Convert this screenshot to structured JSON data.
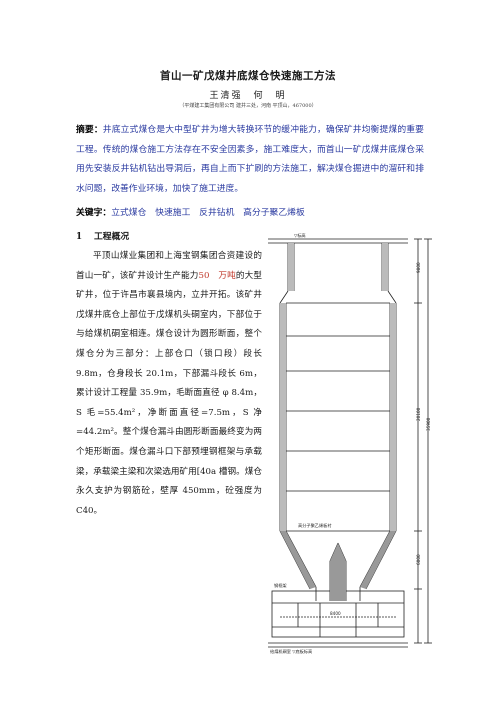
{
  "paper": {
    "title": "首山一矿戊煤井底煤仓快速施工方法",
    "authors": "王清强　何　明",
    "affiliation": "（平煤建工集团有限公司 建井三处，河南 平顶山，467000）",
    "abstract_label": "摘要：",
    "abstract_text": "井底立式煤仓是大中型矿井为增大转换环节的缓冲能力，确保矿井均衡提煤的重要工程。传统的煤仓施工方法存在不安全因素多，施工难度大，而首山一矿戊煤井底煤仓采用先安装反井钻机钻出导洞后，再自上而下扩刷的方法施工，解决煤仓掘进中的溜矸和排水问题，改善作业环境，加快了施工进度。",
    "keywords_label": "关键字：",
    "keywords": "立式煤仓　快速施工　反井钻机　高分子聚乙烯板",
    "section1_num": "1",
    "section1_title": "工程概况",
    "body_before_red": "平顶山煤业集团和上海宝钢集团合资建设的首山一矿，该矿井设计生产能力",
    "body_red": "50　万吨",
    "body_after_red": "的大型矿井，位于许昌市襄县境内，立井开拓。该矿井戊煤井底仓上部位于戊煤机头硐室内，下部位于与给煤机硐室相连。煤仓设计为圆形断面，整个煤仓分为三部分：上部仓口（锁口段）段长 9.8m，仓身段长 20.1m，下部漏斗段长 6m，累计设计工程量 35.9m，毛断面直径 φ 8.4m，S 毛=55.4m²，净断面直径=7.5m，S 净=44.2m²。整个煤仓漏斗由圆形断面最终变为两个矩形断面。煤仓漏斗口下部预埋钢框架与承载梁，承载梁主梁和次梁选用矿用[40a 槽钢。煤仓永久支护为钢筋砼，壁厚 450mm，砼强度为 C40。"
  },
  "figure": {
    "top_label": "▽标高",
    "dim_total": "35900",
    "dim_upper": "9800",
    "dim_mid": "20100",
    "dim_low": "6000",
    "note_liner": "高分子聚乙烯板衬",
    "note_steel": "钢框架",
    "note_bottom": "给煤机硐室 ▽底板标高",
    "width_dim": "8400"
  },
  "colors": {
    "keyword_blue": "#2a3aa0",
    "highlight_red": "#c0392b"
  }
}
